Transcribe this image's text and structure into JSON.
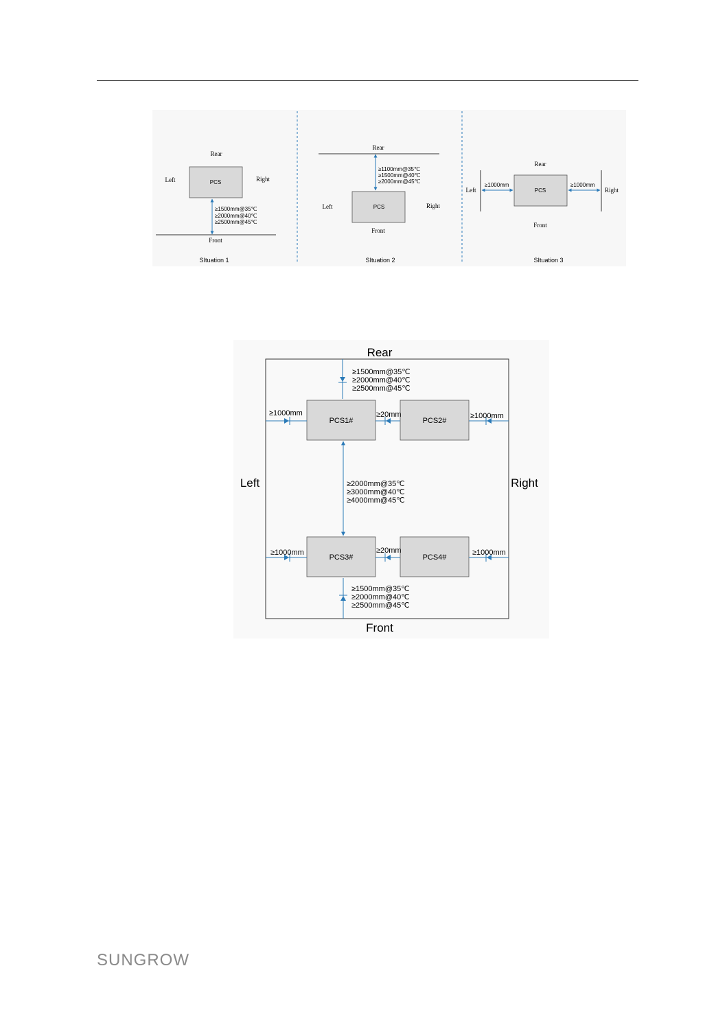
{
  "figure1": {
    "pcs_label": "PCS",
    "rear": "Rear",
    "front": "Front",
    "left": "Left",
    "right": "Right",
    "situation1": {
      "caption": "SItuation 1",
      "clearances": [
        "≥1500mm@35℃",
        "≥2000mm@40℃",
        "≥2500mm@45℃"
      ]
    },
    "situation2": {
      "caption": "SItuation 2",
      "clearances": [
        "≥1100mm@35℃",
        "≥1500mm@40℃",
        "≥2000mm@45℃"
      ]
    },
    "situation3": {
      "caption": "SItuation 3",
      "left_clearance": "≥1000mm",
      "right_clearance": "≥1000mm"
    }
  },
  "figure2": {
    "rear": "Rear",
    "front": "Front",
    "left": "Left",
    "right": "Right",
    "units": [
      "PCS1#",
      "PCS2#",
      "PCS3#",
      "PCS4#"
    ],
    "rear_clearances": [
      "≥1500mm@35℃",
      "≥2000mm@40℃",
      "≥2500mm@45℃"
    ],
    "middle_clearances": [
      "≥2000mm@35℃",
      "≥3000mm@40℃",
      "≥4000mm@45℃"
    ],
    "front_clearances": [
      "≥1500mm@35℃",
      "≥2000mm@40℃",
      "≥2500mm@45℃"
    ],
    "side_clearance": "≥1000mm",
    "gap_clearance": "≥20mm"
  },
  "logo": {
    "text": "SUNGROW"
  },
  "colors": {
    "arrow": "#2a7ab8",
    "box_fill": "#d9d9d9",
    "box_stroke": "#555555",
    "panel_bg": "#f7f7f7"
  }
}
